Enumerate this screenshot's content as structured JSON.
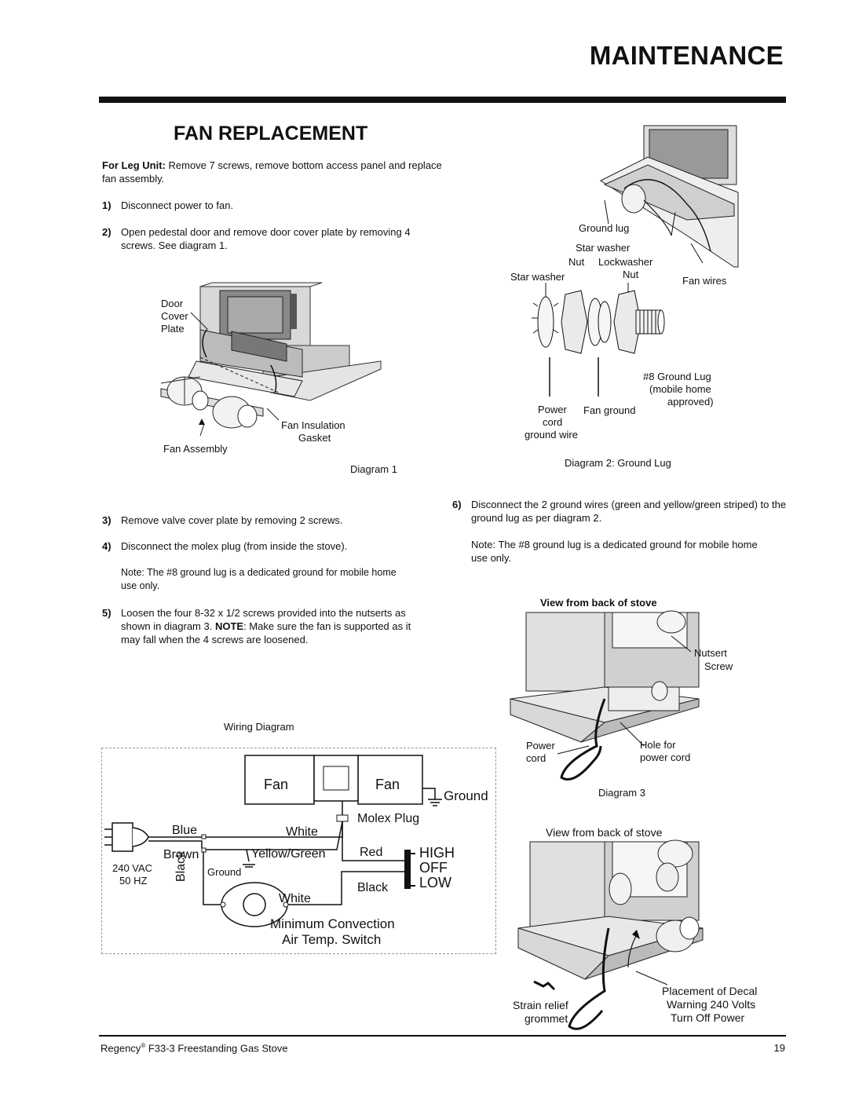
{
  "header": {
    "title": "MAINTENANCE"
  },
  "section": {
    "title": "FAN REPLACEMENT"
  },
  "intro": {
    "bold": "For Leg Unit:",
    "text": " Remove 7 screws,  remove bottom access panel and replace fan assembly."
  },
  "steps": [
    {
      "num": "1)",
      "text": "Disconnect power to fan."
    },
    {
      "num": "2)",
      "text": "Open pedestal door and remove door cover plate by removing 4 screws. See diagram 1."
    },
    {
      "num": "3)",
      "text": "Remove valve cover plate by removing 2 screws."
    },
    {
      "num": "4)",
      "text": "Disconnect the molex plug (from inside the stove)."
    },
    {
      "num": "5)",
      "text_a": "Loosen the four 8-32 x 1/2 screws provided into the nutserts as shown in diagram 3. ",
      "note_bold": "NOTE",
      "text_b": ": Make sure the fan is supported as it may fall when the 4 screws are loosened."
    },
    {
      "num": "6)",
      "text": "Disconnect the 2 ground wires (green and yellow/green striped) to the ground lug as per diagram 2."
    }
  ],
  "note_left": "Note: The #8 ground lug is a dedicated ground for mobile home use only.",
  "note_right": "Note: The #8 ground lug is a dedicated ground for mobile home use only.",
  "diagram1": {
    "label_door": "Door",
    "label_cover": "Cover",
    "label_plate": "Plate",
    "label_gasket_1": "Fan Insulation",
    "label_gasket_2": "Gasket",
    "label_fan_assembly": "Fan Assembly",
    "caption": "Diagram 1"
  },
  "diagram2": {
    "ground_lug": "Ground lug",
    "star_washer_top": "Star washer",
    "nut_left": "Nut",
    "lockwasher": "Lockwasher",
    "nut_right": "Nut",
    "star_washer_left": "Star washer",
    "fan_wires": "Fan wires",
    "lug_note_1": "#8 Ground Lug",
    "lug_note_2": "(mobile home",
    "lug_note_3": "approved)",
    "power_1": "Power",
    "power_2": "cord",
    "power_3": "ground wire",
    "fan_ground": "Fan  ground",
    "caption": "Diagram 2: Ground Lug"
  },
  "diagram3": {
    "title": "View from back of stove",
    "nutsert": "Nutsert",
    "screw": "Screw",
    "power": "Power",
    "cord": "cord",
    "hole_1": "Hole for",
    "hole_2": "power cord",
    "caption": "Diagram 3"
  },
  "diagram4": {
    "title": "View from back of stove",
    "strain_1": "Strain relief",
    "strain_2": "grommet",
    "decal_1": "Placement of Decal",
    "decal_2": "Warning 240 Volts",
    "decal_3": "Turn Off Power"
  },
  "wiring": {
    "caption": "Wiring Diagram",
    "fan_left": "Fan",
    "fan_right": "Fan",
    "ground": "Ground",
    "molex": "Molex Plug",
    "blue": "Blue",
    "white_top": "White",
    "brown": "Brown",
    "yellow_green": "Yellow/Green",
    "red": "Red",
    "high": "HIGH",
    "off": "OFF",
    "low": "LOW",
    "vac": "240 VAC",
    "hz": "50 HZ",
    "black_vertical": "Black",
    "ground_small": "Ground",
    "black": "Black",
    "white_bottom": "White",
    "switch_1": "Minimum Convection",
    "switch_2": "Air Temp. Switch"
  },
  "footer": {
    "brand": "Regency",
    "reg": "®",
    "model": " F33-3 Freestanding Gas Stove",
    "page": "19"
  }
}
